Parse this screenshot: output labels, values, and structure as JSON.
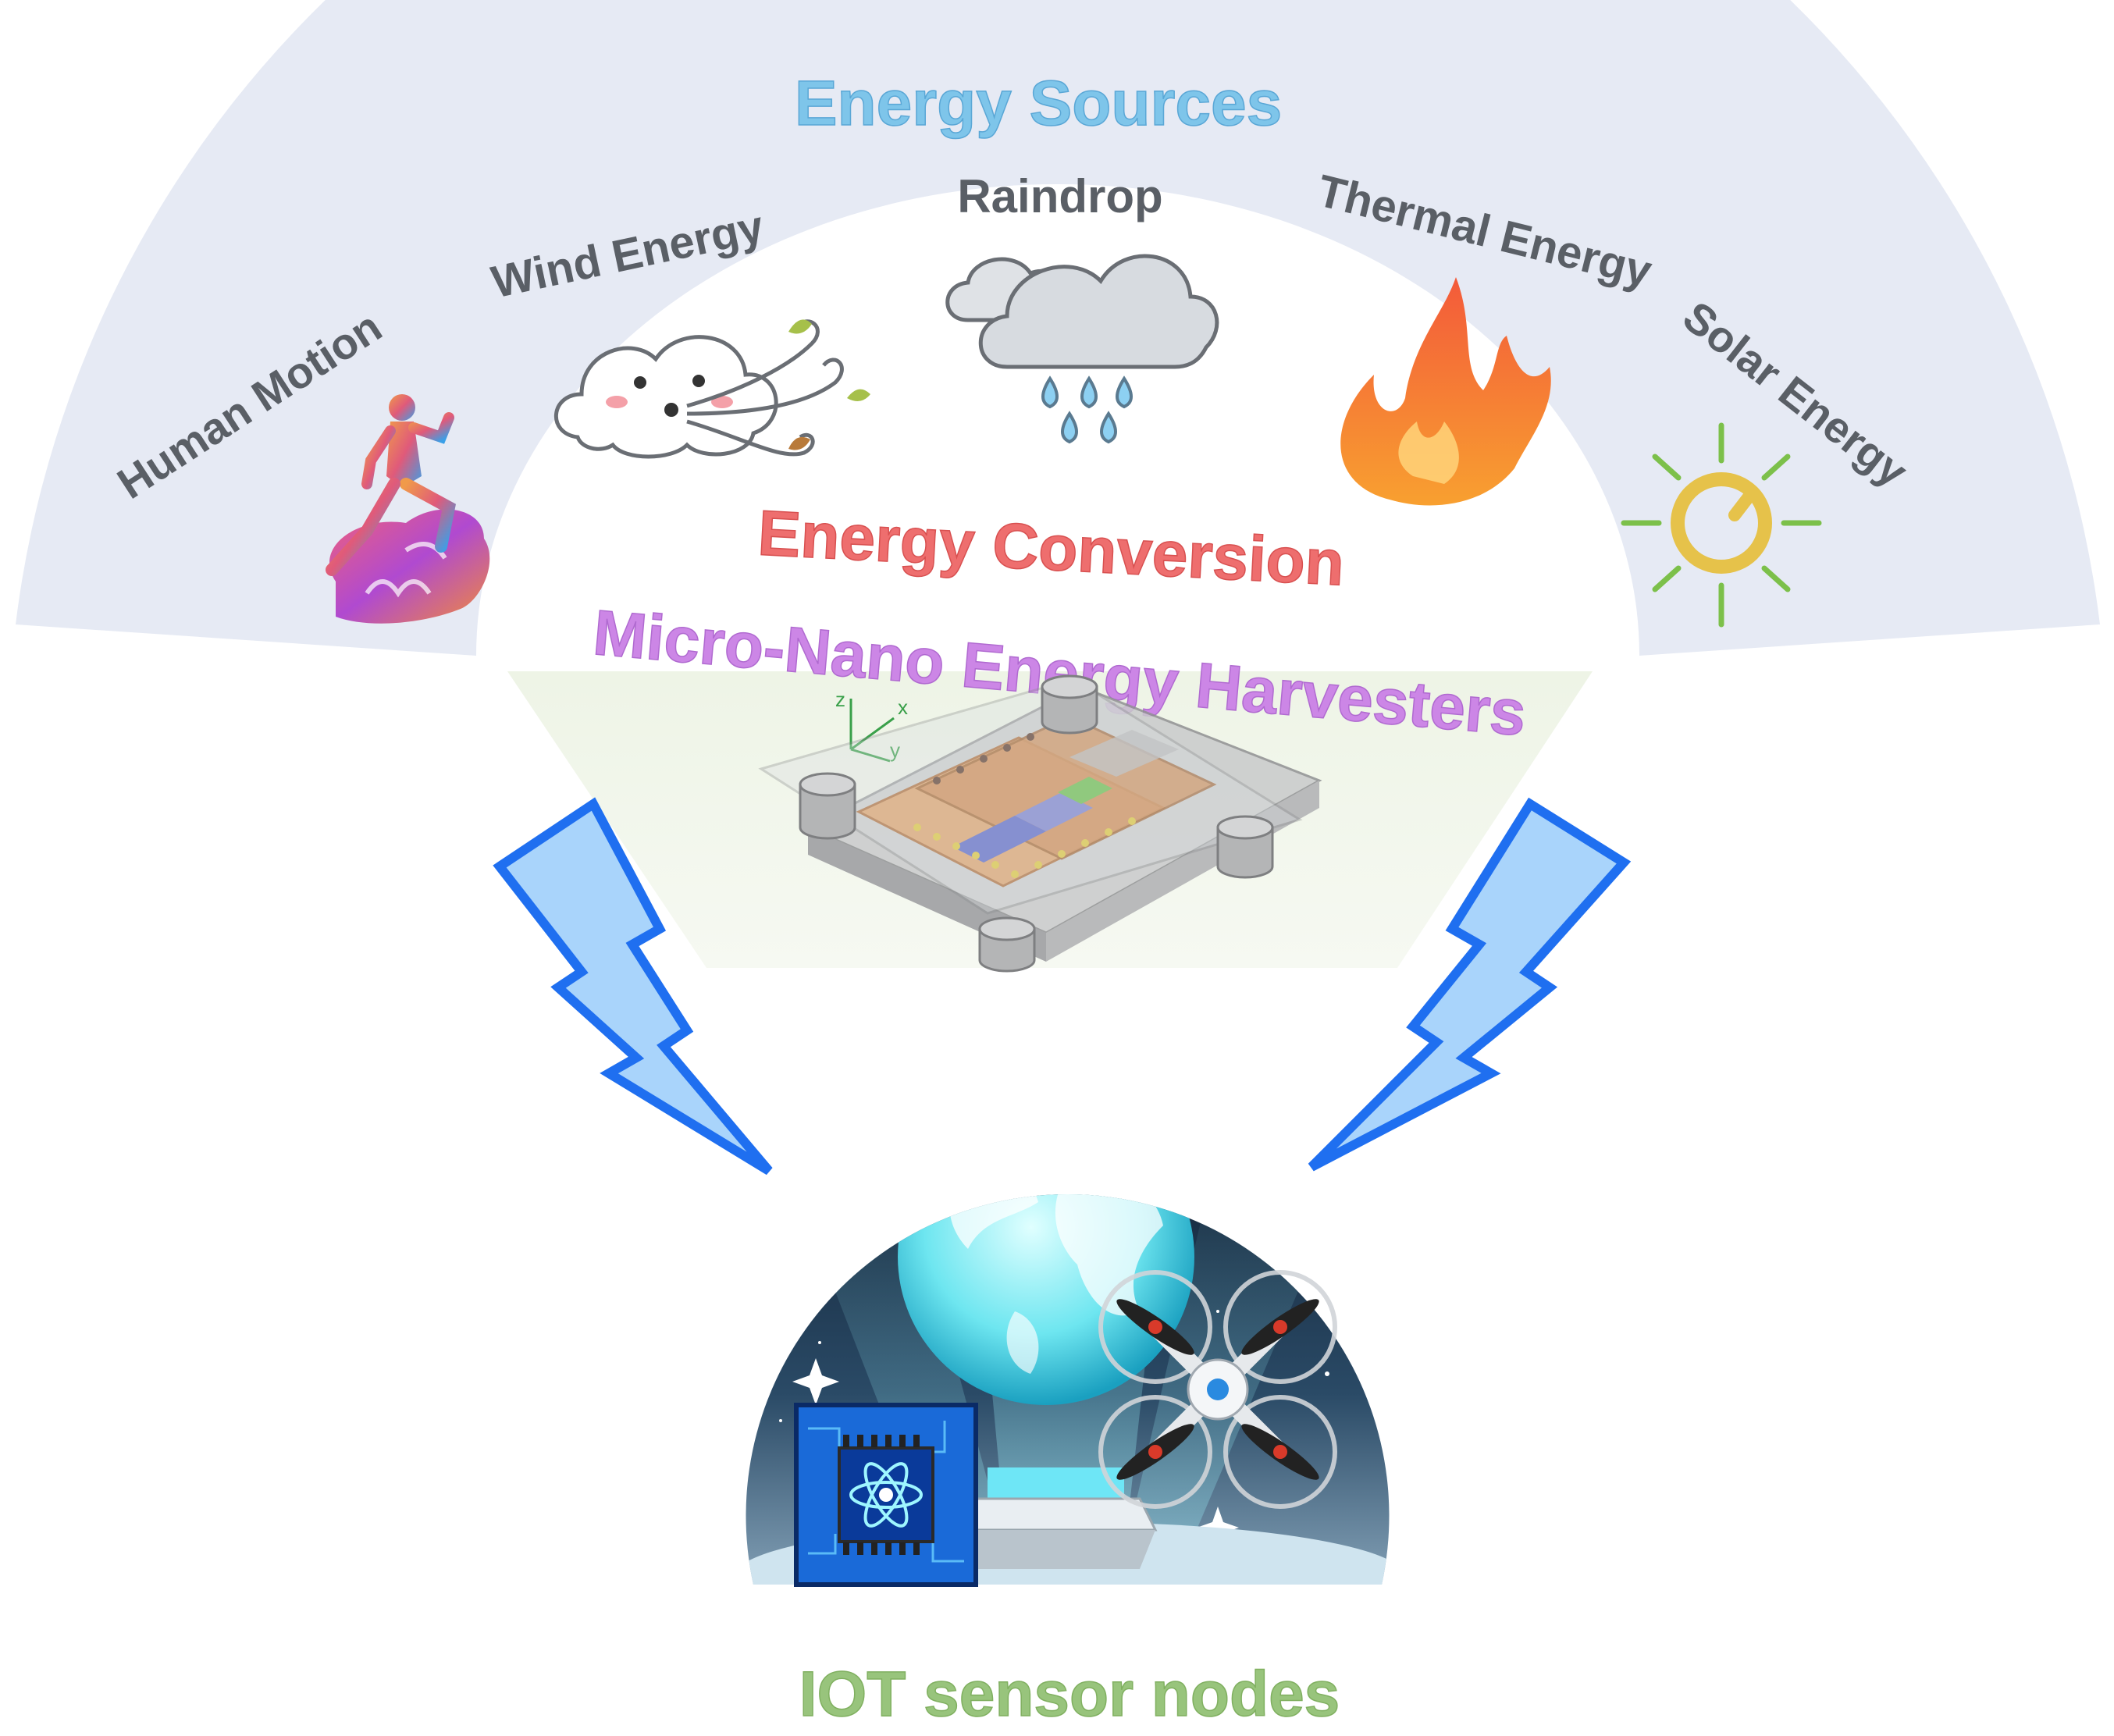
{
  "title": "Energy Sources",
  "sources": [
    {
      "label": "Human Motion",
      "icon": "runner-icon"
    },
    {
      "label": "Wind Energy",
      "icon": "wind-cloud-icon"
    },
    {
      "label": "Raindrop",
      "icon": "rain-cloud-icon"
    },
    {
      "label": "Thermal Energy",
      "icon": "flame-icon"
    },
    {
      "label": "Solar Energy",
      "icon": "sun-icon"
    }
  ],
  "conversion": {
    "heading": "Energy Conversion",
    "subheading": "Micro-Nano Energy Harvesters",
    "device_axes": [
      "z",
      "x",
      "y"
    ]
  },
  "iot": {
    "label": "IOT sensor nodes",
    "icons": [
      "globe-icon",
      "chip-icon",
      "drone-icon"
    ]
  },
  "colors": {
    "arc_fill": "#e6eaf4",
    "title": "#7ec5ea",
    "source_label": "#5a5f66",
    "conversion": "#ee6e6e",
    "harvester": "#cc86e6",
    "iot_label": "#98c47c",
    "bolt_fill": "#a9d4fb",
    "bolt_stroke": "#1f6ff0"
  }
}
